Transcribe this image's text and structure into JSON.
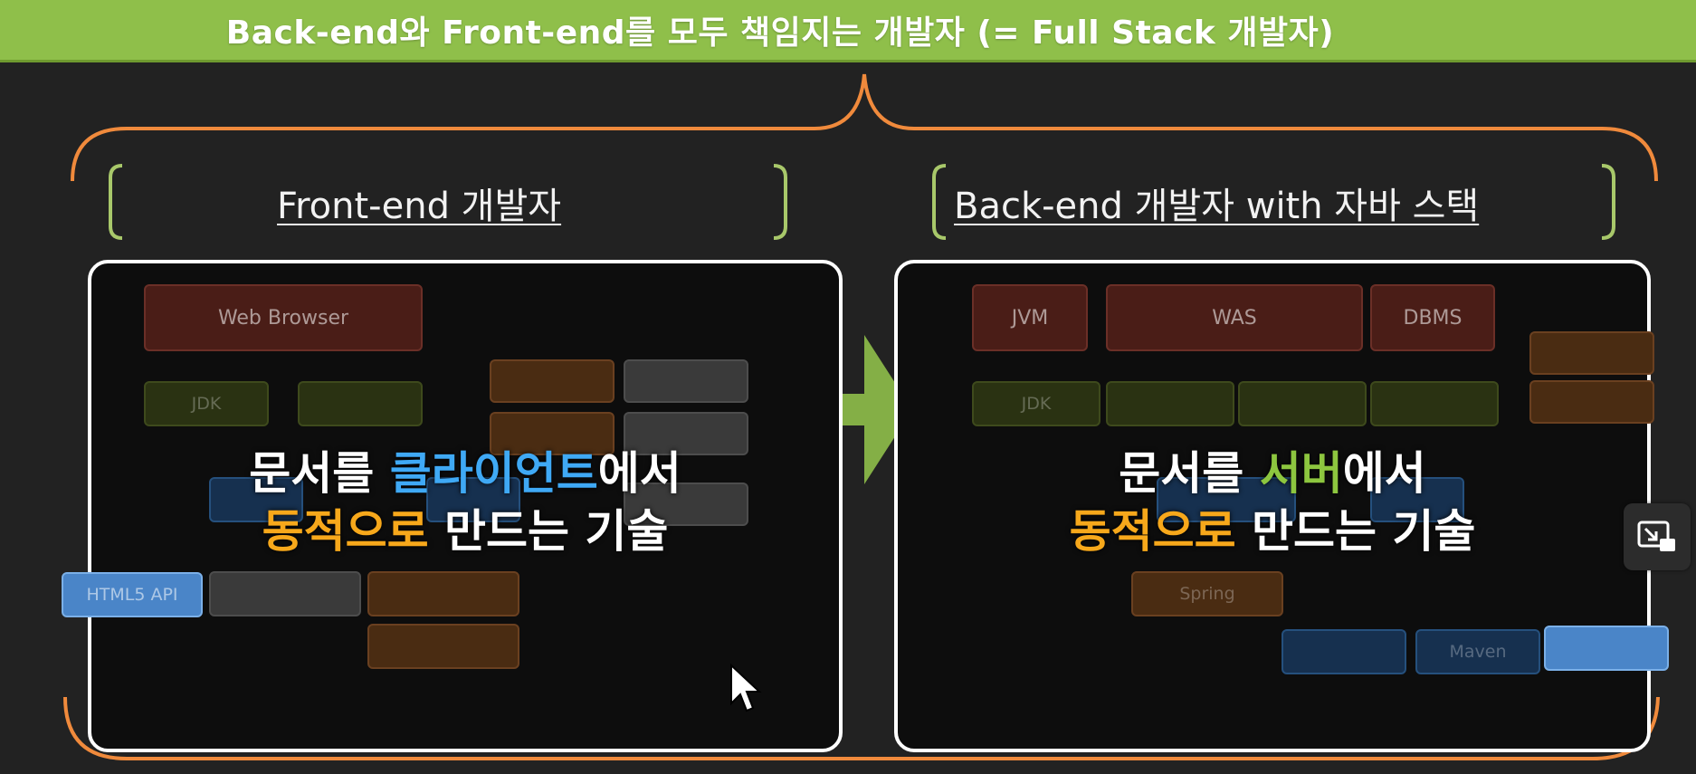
{
  "banner": {
    "title": "Back-end와 Front-end를 모두 책임지는 개발자 (= Full Stack 개발자)"
  },
  "front": {
    "title": "Front-end 개발자",
    "blocks": {
      "web_browser": "Web Browser",
      "jdk": "JDK",
      "html5_api": "HTML5 API"
    },
    "caption": {
      "line1_pre": "문서를 ",
      "line1_hl": "클라이언트",
      "line1_post": "에서",
      "line2_hl": "동적으로",
      "line2_post": " 만드는 기술"
    }
  },
  "back": {
    "title": "Back-end 개발자 with 자바 스택",
    "blocks": {
      "jvm": "JVM",
      "was": "WAS",
      "dbms": "DBMS",
      "jdk": "JDK",
      "spring": "Spring",
      "maven": "Maven"
    },
    "caption": {
      "line1_pre": "문서를 ",
      "line1_hl": "서버",
      "line1_post": "에서",
      "line2_hl": "동적으로",
      "line2_post": " 만드는 기술"
    }
  },
  "colors": {
    "banner": "#8fbf4a",
    "brace": "#f08a3c",
    "bracket": "#a8c86a",
    "arrow": "#8fbf4a",
    "client_highlight": "#3fa9f5",
    "server_highlight": "#8dc63f",
    "dynamic_highlight": "#f7a81b"
  },
  "icons": {
    "pip": "picture-in-picture-icon",
    "cursor": "mouse-cursor-icon"
  }
}
